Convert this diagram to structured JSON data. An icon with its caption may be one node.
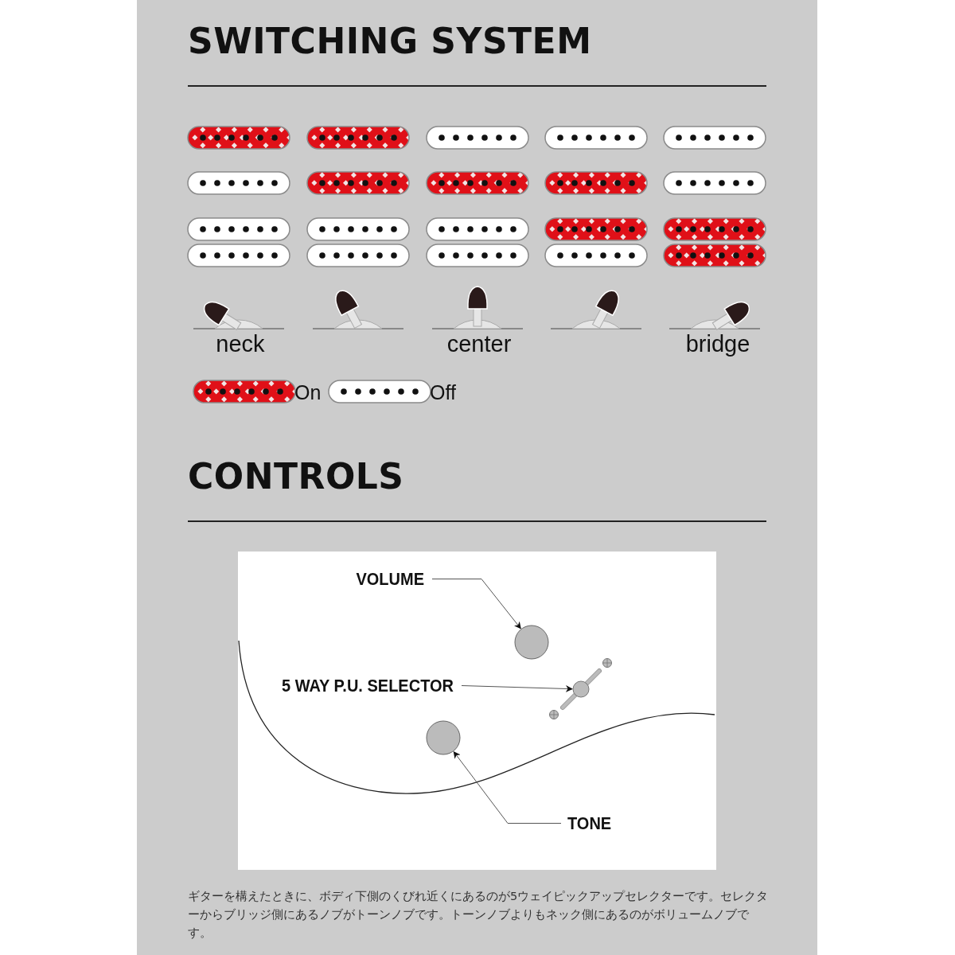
{
  "diagram": {
    "title": "SWITCHING SYSTEM",
    "caption": "ギターを構えたときに、ボディ下側のくびれ近くにあるのが5ウェイピックアップセレクターです。セレクターからブリッジ側にあるノブがトーンノブです。トーンノブよりもネック側にあるのがボリュームノブです。",
    "nodes": [
      {
        "text": [
          "VOLUME"
        ]
      },
      {
        "text": [],
        "shape": "circle"
      },
      {
        "text": [
          "5 WAY P.U. SELECTOR"
        ]
      },
      {
        "text": [],
        "shape": "circle"
      },
      {
        "text": [],
        "shape": "circle"
      },
      {
        "text": [
          "TONE"
        ]
      }
    ],
    "edges": [
      {
        "from": 0,
        "to": 1,
        "arrow": "to"
      },
      {
        "from": 2,
        "to": 3,
        "arrow": "to"
      },
      {
        "from": 5,
        "to": 4,
        "arrow": "to"
      }
    ],
    "labels": [
      "neck",
      "center",
      "bridge",
      "CONTROLS"
    ],
    "legend": [
      {
        "text": "On"
      },
      {
        "text": "Off"
      }
    ]
  }
}
